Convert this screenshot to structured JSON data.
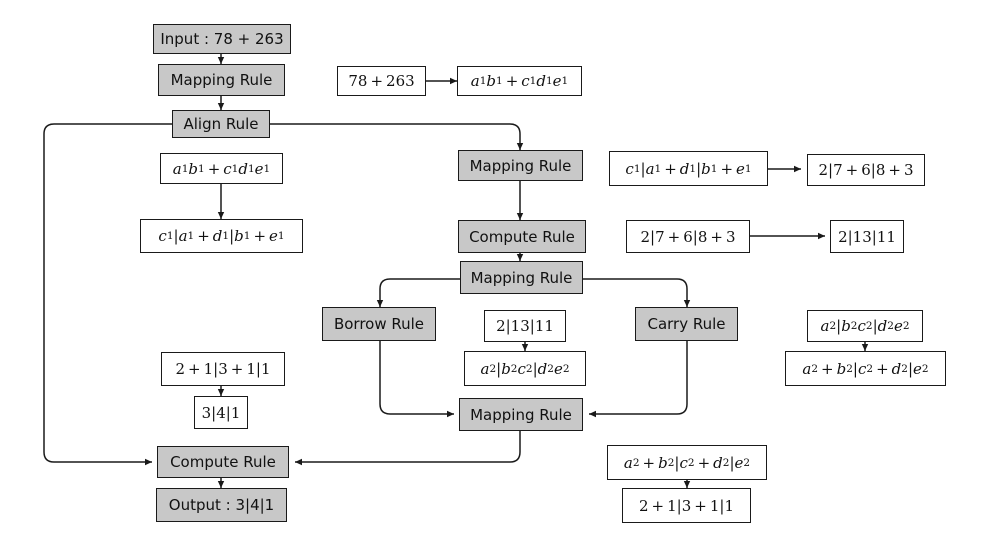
{
  "colors": {
    "rule_fill": "#c8c8c8",
    "math_fill": "#ffffff",
    "line": "#1a1a1a"
  },
  "nodes": {
    "input": "Input : 78 + 263",
    "mapping_top": "Mapping Rule",
    "align": "Align Rule",
    "mapping_right": "Mapping Rule",
    "compute_mid": "Compute Rule",
    "mapping_mid": "Mapping Rule",
    "borrow": "Borrow Rule",
    "carry": "Carry Rule",
    "mapping_low": "Mapping Rule",
    "compute_bottom": "Compute Rule",
    "output": "Output : 3|4|1"
  },
  "examples": {
    "mapping_input": "78 + 263",
    "mapping_output": "a1b1 + c1d1e1",
    "align_input": "a1b1 + c1d1e1",
    "align_output": "c1|a1 + d1|b1 + e1",
    "map2_input": "c1|a1 + d1|b1 + e1",
    "map2_output": "2|7 + 6|8 + 3",
    "compute_input": "2|7 + 6|8 + 3",
    "compute_output": "2|13|11",
    "carry_map_input": "2|13|11",
    "carry_map_output": "a2|b2c2|d2e2",
    "map3_input": "a2|b2c2|d2e2",
    "map3_output": "a2 + b2|c2 + d2|e2",
    "map4_input": "a2 + b2|c2 + d2|e2",
    "map4_output": "2 + 1|3 + 1|1",
    "final_input": "2 + 1|3 + 1|1",
    "final_output": "3|4|1"
  }
}
